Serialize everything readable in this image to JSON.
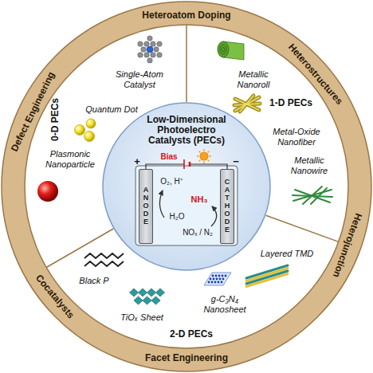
{
  "diagram": {
    "nodes": [
      {
        "text": [
          "Heteroatom Doping",
          "Heterostructures",
          "Heterojunction",
          "Facet Engineering",
          "Cocatalysts",
          "Defect Engineering"
        ]
      },
      {
        "text": [
          "Low-Dimensional Photoelectro Catalysts (PECs)"
        ]
      },
      {
        "text": [
          "ANODE"
        ],
        "in": 1
      },
      {
        "text": [
          "CATHODE"
        ],
        "in": 1
      }
    ],
    "labels": [
      "Single-Atom Catalyst",
      "0-D PECs",
      "Quantum Dot",
      "Plasmonic Nanoparticle",
      "Metallic Nanoroll",
      "1-D PECs",
      "Metal-Oxide Nanofiber",
      "Metallic Nanowire",
      "Layered TMD",
      "g-C₃N₄ Nanosheet",
      "TiOₓ Sheet",
      "Black P",
      "2-D PECs",
      "Bias",
      "+",
      "−",
      "O₂, H⁺",
      "NH₃",
      "H₂O",
      "NOₓ / N₂"
    ]
  }
}
